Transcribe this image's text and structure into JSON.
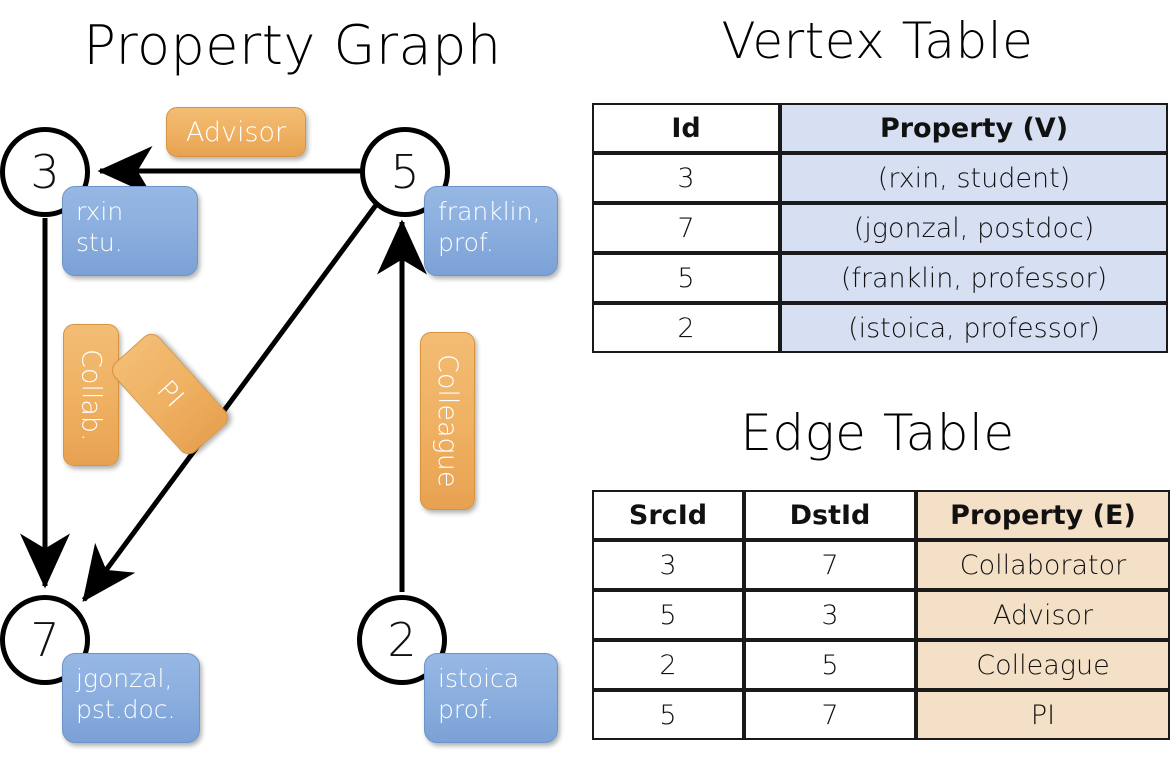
{
  "titles": {
    "property_graph": "Property Graph",
    "vertex_table": "Vertex Table",
    "edge_table": "Edge Table"
  },
  "colors": {
    "vertex_property_fill": "#d6e0f2",
    "edge_property_fill": "#f4e0c6",
    "node_box_blue": "#8cafdf",
    "edge_label_orange": "#efb061",
    "stroke": "#1a1a1a"
  },
  "graph": {
    "nodes": [
      {
        "id": "3",
        "name": "node-3",
        "property_lines": [
          "rxin",
          "stu."
        ]
      },
      {
        "id": "5",
        "name": "node-5",
        "property_lines": [
          "franklin,",
          "prof."
        ]
      },
      {
        "id": "7",
        "name": "node-7",
        "property_lines": [
          "jgonzal,",
          "pst.doc."
        ]
      },
      {
        "id": "2",
        "name": "node-2",
        "property_lines": [
          "istoica",
          "prof."
        ]
      }
    ],
    "edge_labels": [
      {
        "name": "advisor",
        "text": "Advisor",
        "orientation": "horizontal"
      },
      {
        "name": "collab",
        "text": "Collab.",
        "orientation": "vertical"
      },
      {
        "name": "pi",
        "text": "PI",
        "orientation": "vertical-rotated"
      },
      {
        "name": "colleague",
        "text": "Colleague",
        "orientation": "vertical"
      }
    ],
    "edges": [
      {
        "from": "5",
        "to": "3",
        "label": "Advisor"
      },
      {
        "from": "3",
        "to": "7",
        "label": "Collab."
      },
      {
        "from": "5",
        "to": "7",
        "label": "PI"
      },
      {
        "from": "2",
        "to": "5",
        "label": "Colleague"
      }
    ]
  },
  "vertex_table": {
    "headers": [
      "Id",
      "Property (V)"
    ],
    "rows": [
      {
        "id": "3",
        "property": "(rxin, student)"
      },
      {
        "id": "7",
        "property": "(jgonzal, postdoc)"
      },
      {
        "id": "5",
        "property": "(franklin, professor)"
      },
      {
        "id": "2",
        "property": "(istoica, professor)"
      }
    ]
  },
  "edge_table": {
    "headers": [
      "SrcId",
      "DstId",
      "Property (E)"
    ],
    "rows": [
      {
        "src": "3",
        "dst": "7",
        "property": "Collaborator"
      },
      {
        "src": "5",
        "dst": "3",
        "property": "Advisor"
      },
      {
        "src": "2",
        "dst": "5",
        "property": "Colleague"
      },
      {
        "src": "5",
        "dst": "7",
        "property": "PI"
      }
    ]
  }
}
